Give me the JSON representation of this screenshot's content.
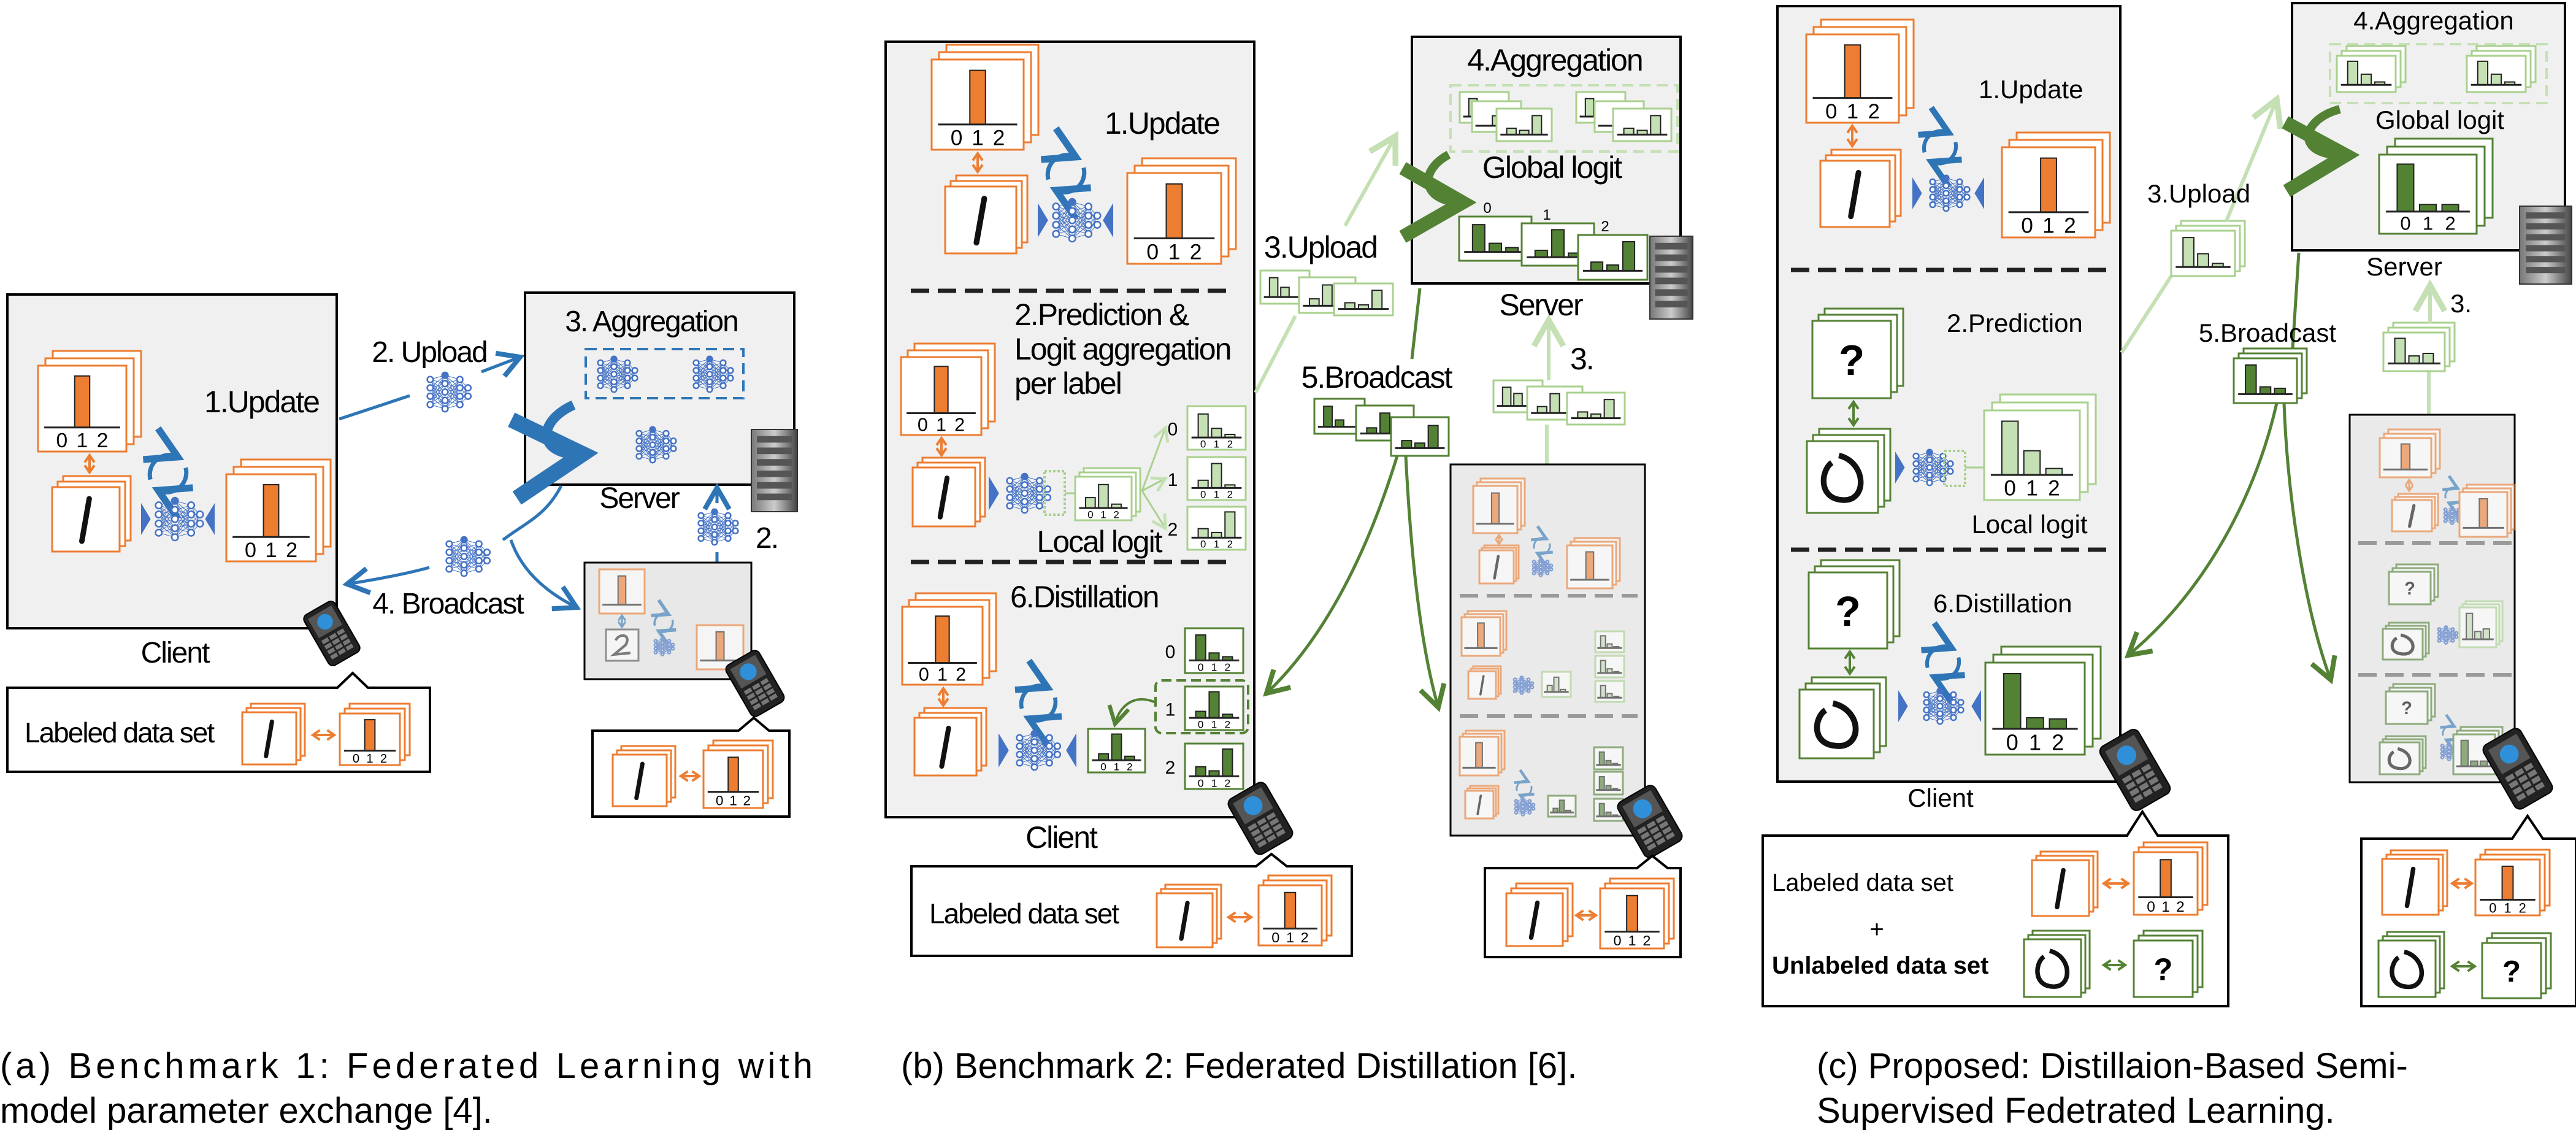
{
  "panel_a": {
    "update": "1.Update",
    "upload": "2. Upload",
    "aggregation": "3. Aggregation",
    "server": "Server",
    "broadcast": "4. Broadcast",
    "step2": "2.",
    "client": "Client",
    "labeled": "Labeled data set",
    "caption_line1": "(a)  Benchmark  1:  Federated  Learning  with",
    "caption_line2": "model parameter exchange [4]."
  },
  "panel_b": {
    "update": "1.Update",
    "prediction_line1": "2.Prediction &",
    "prediction_line2": "Logit aggregation",
    "prediction_line3": "per label",
    "local_logit": "Local logit",
    "distillation": "6.Distillation",
    "client": "Client",
    "upload": "3.Upload",
    "aggregation": "4.Aggregation",
    "global_logit": "Global logit",
    "server": "Server",
    "broadcast": "5.Broadcast",
    "step3": "3.",
    "labeled": "Labeled data set",
    "caption": "(b) Benchmark 2: Federated Distillation [6]."
  },
  "panel_c": {
    "update": "1.Update",
    "prediction": "2.Prediction",
    "local_logit": "Local logit",
    "distillation": "6.Distillation",
    "client": "Client",
    "upload": "3.Upload",
    "aggregation": "4.Aggregation",
    "global_logit": "Global logit",
    "server": "Server",
    "broadcast": "5.Broadcast",
    "step3": "3.",
    "labeled": "Labeled data set",
    "plus": "+",
    "unlabeled": "Unlabeled data set",
    "caption_line1": "(c) Proposed: Distillaion-Based Semi-",
    "caption_line2": "Supervised Fedetrated Learning."
  },
  "tick_labels": [
    "0",
    "1",
    "2"
  ],
  "per_label_indices": [
    "0",
    "1",
    "2"
  ],
  "question_mark": "?",
  "icons": [
    "neural-network-icon",
    "update-cycle-icon",
    "server-rack-icon",
    "mobile-phone-icon",
    "double-arrow-icon"
  ],
  "colors": {
    "label_orange": "#ed7d31",
    "local_logit_green": "#c5e0b4",
    "local_logit_border": "#a9d18e",
    "global_logit_green": "#548235",
    "model_blue": "#2e75b6",
    "nn_blue": "#4472c4",
    "panel_gray": "#f0f0f0"
  }
}
